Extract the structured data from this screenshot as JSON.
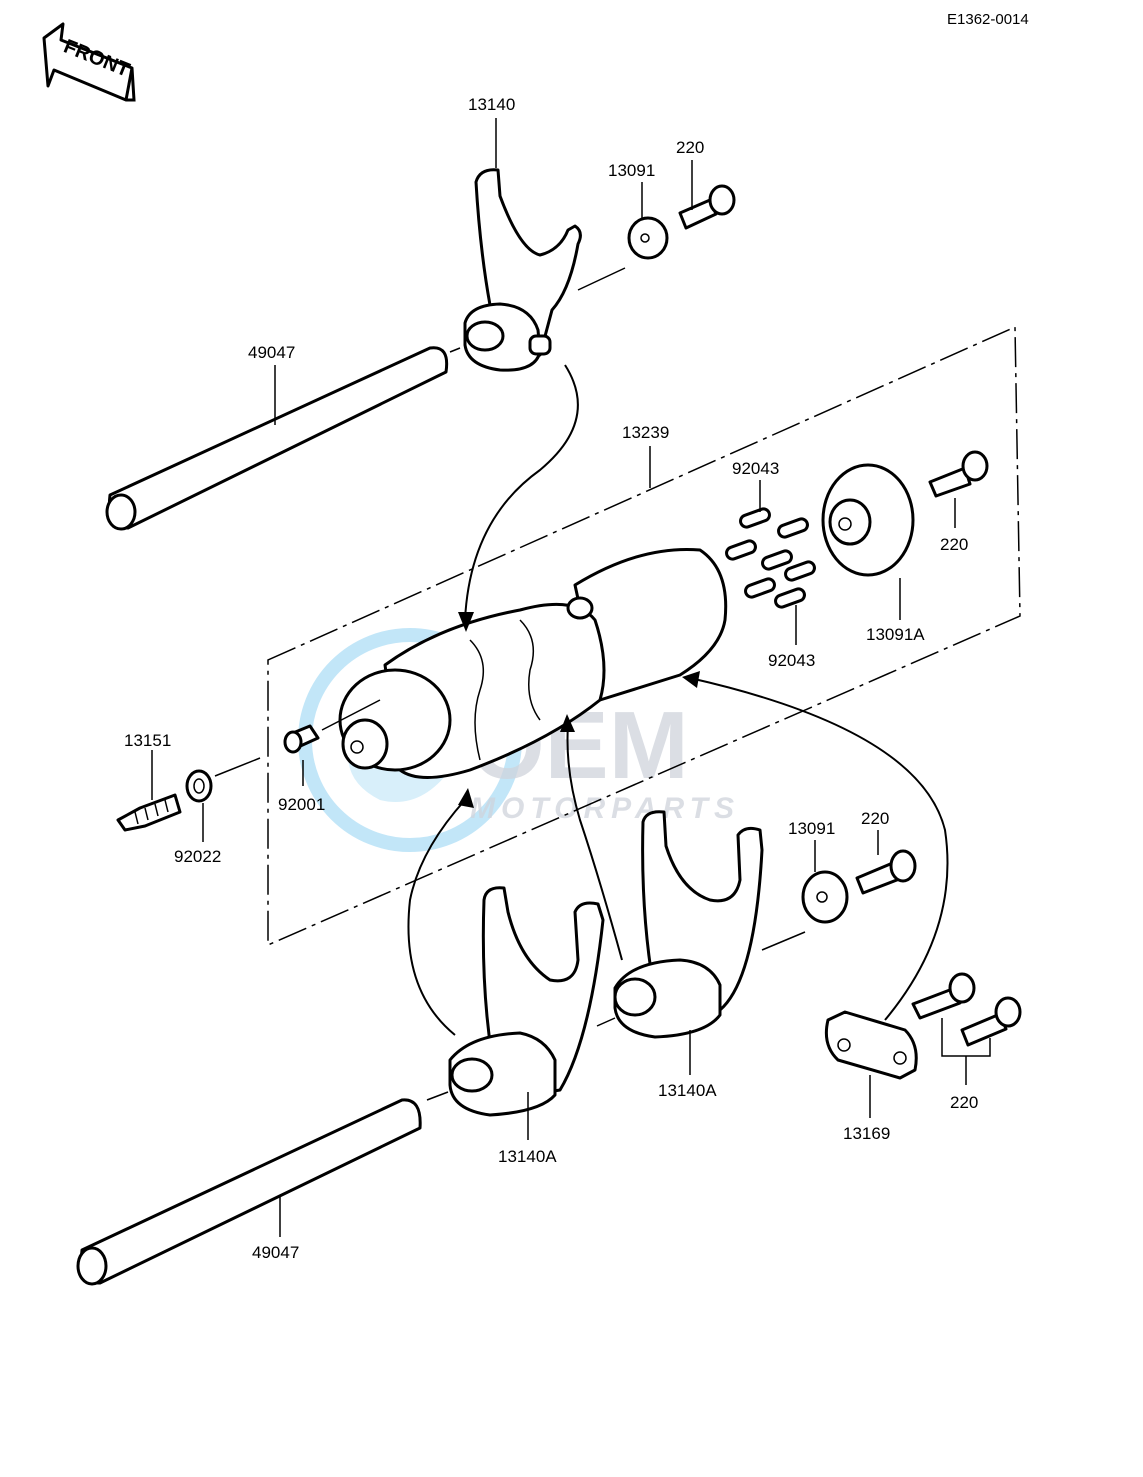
{
  "diagram_code": "E1362-0014",
  "front_label": "FRONT",
  "watermark": {
    "main": "OEM",
    "sub": "MOTORPARTS"
  },
  "colors": {
    "watermark_blue": "#8fd2f2",
    "watermark_grey": "#cfd4dc",
    "line": "#000000"
  },
  "parts": {
    "shift_fork_top": "13140",
    "washer_top": "13091",
    "bolt_top": "220",
    "shaft_top": "49047",
    "drum_assembly": "13239",
    "pins_top": "92043",
    "pins_bottom": "92043",
    "plate": "13091A",
    "bolt_plate": "220",
    "switch": "13151",
    "gasket": "92022",
    "screw": "92001",
    "washer_right": "13091",
    "bolt_right": "220",
    "shift_fork_left": "13140A",
    "shift_fork_right": "13140A",
    "guide_plate": "13169",
    "guide_bolts": "220",
    "shaft_bottom": "49047"
  }
}
